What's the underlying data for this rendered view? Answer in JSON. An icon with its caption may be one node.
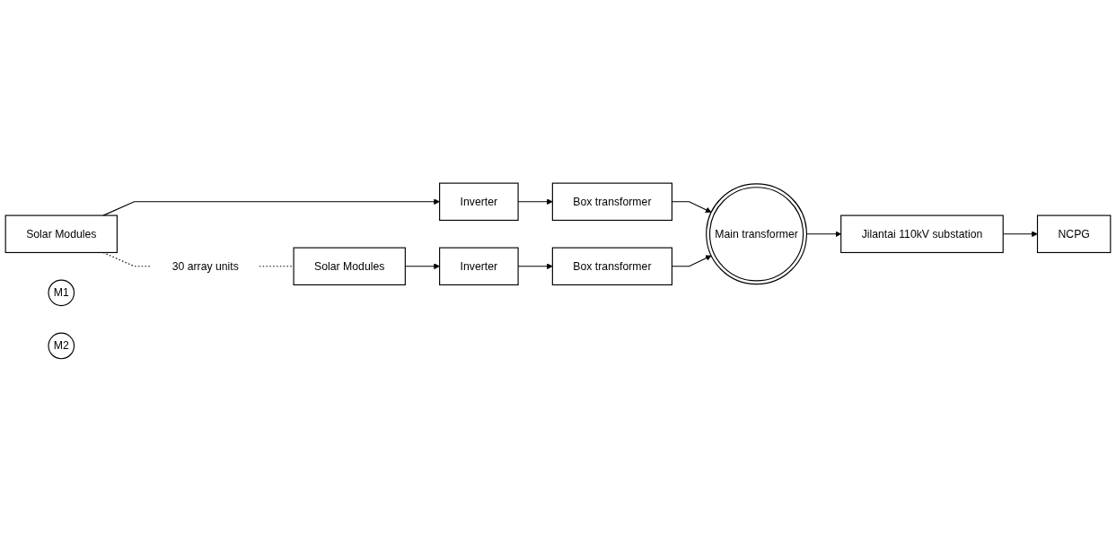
{
  "diagram": {
    "nodes": [
      {
        "text": [
          "Solar Modules"
        ]
      },
      {
        "text": [
          "Inverter"
        ]
      },
      {
        "text": [
          "Box transformer"
        ]
      },
      {
        "text": [
          "30 array units"
        ]
      },
      {
        "text": [
          "Solar Modules"
        ]
      },
      {
        "text": [
          "Inverter"
        ]
      },
      {
        "text": [
          "Box transformer"
        ]
      },
      {
        "text": [
          "M1"
        ]
      },
      {
        "text": [
          "M2"
        ]
      },
      {
        "text": [
          "Main transformer"
        ]
      },
      {
        "text": [
          "Jilantai 110kV substation"
        ]
      },
      {
        "text": [
          "NCPG"
        ]
      }
    ],
    "edges": [
      {
        "from": 0,
        "to": 1,
        "arrow": "to"
      },
      {
        "from": 1,
        "to": 2,
        "arrow": "to"
      },
      {
        "from": 0,
        "to": 3,
        "arrow": "none",
        "style": "dashed"
      },
      {
        "from": 3,
        "to": 4,
        "arrow": "none",
        "style": "dashed"
      },
      {
        "from": 4,
        "to": 5,
        "arrow": "to"
      },
      {
        "from": 5,
        "to": 6,
        "arrow": "to"
      },
      {
        "from": 2,
        "to": 9,
        "arrow": "to"
      },
      {
        "from": 6,
        "to": 9,
        "arrow": "to"
      },
      {
        "from": 9,
        "to": 10,
        "arrow": "to"
      },
      {
        "from": 10,
        "to": 11,
        "arrow": "to"
      }
    ]
  }
}
